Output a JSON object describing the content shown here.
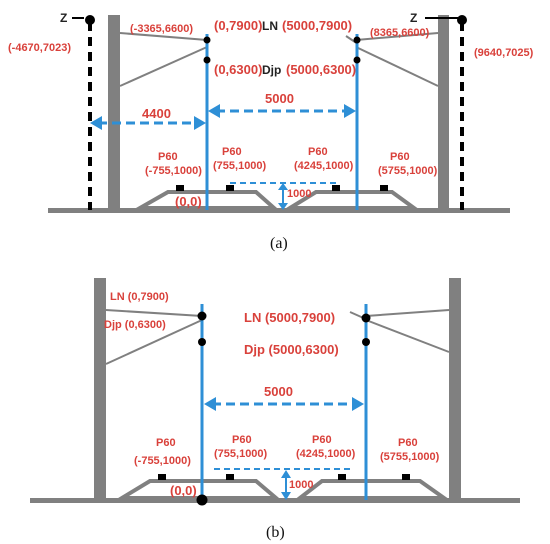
{
  "panel_a": {
    "caption": "(a)",
    "z_left": "Z",
    "z_right": "Z",
    "pt_left_far": "(-4670,7023)",
    "pt_left_arm": "(-3365,6600)",
    "pt_ln_left": "(0,7900)",
    "pt_djp_left": "(0,6300)",
    "ln_label": "LN",
    "pt_ln_right": "(5000,7900)",
    "djp_label": "Djp",
    "pt_djp_right": "(5000,6300)",
    "pt_right_arm": "(8365,6600)",
    "pt_right_far": "(9640,7025)",
    "dim_4400": "4400",
    "dim_5000": "5000",
    "dim_1000": "1000",
    "origin": "(0,0)",
    "p60": "P60",
    "p60_1": "(-755,1000)",
    "p60_2": "(755,1000)",
    "p60_3": "(4245,1000)",
    "p60_4": "(5755,1000)"
  },
  "panel_b": {
    "caption": "(b)",
    "ln_left": "LN (0,7900)",
    "djp_left": "Djp (0,6300)",
    "ln_right": "LN (5000,7900)",
    "djp_right": "Djp (5000,6300)",
    "dim_5000": "5000",
    "dim_1000": "1000",
    "origin": "(0,0)",
    "p60": "P60",
    "p60_1": "(-755,1000)",
    "p60_2": "(755,1000)",
    "p60_3": "(4245,1000)",
    "p60_4": "(5755,1000)"
  },
  "colors": {
    "pole": "#808080",
    "wire_blue": "#2e8fd6",
    "label_red": "#d9413b",
    "ground": "#808080"
  }
}
